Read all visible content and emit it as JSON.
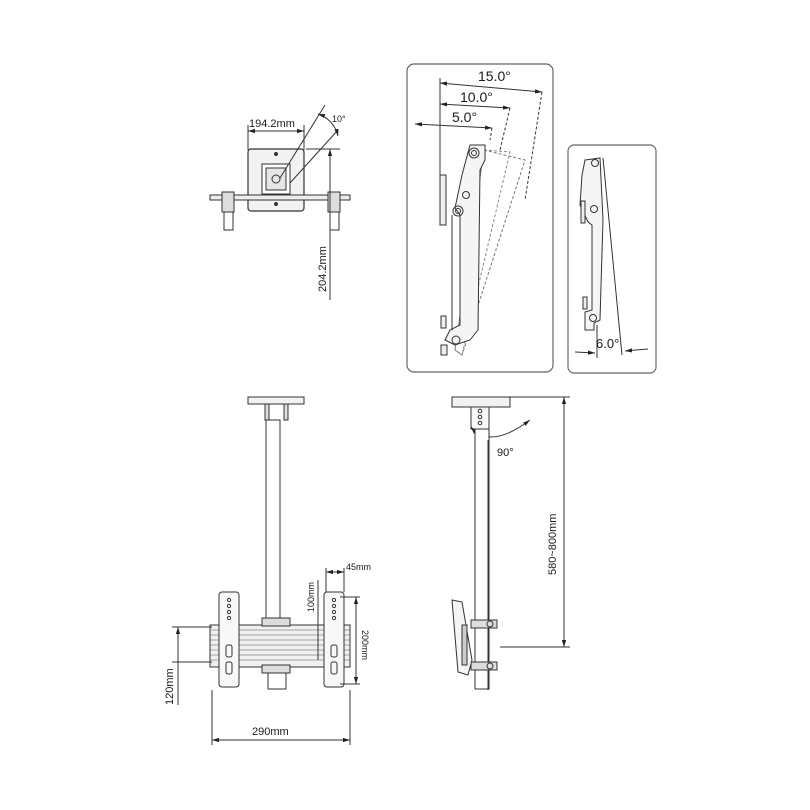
{
  "top_view": {
    "width_label": "194.2mm",
    "height_label": "204.2mm",
    "rotation_label": "10°"
  },
  "tilt_panel": {
    "angles": [
      "15.0°",
      "10.0°",
      "5.0°"
    ]
  },
  "side_tilt_panel": {
    "angle": "6.0°"
  },
  "front_view": {
    "arm_width": "45mm",
    "vertical_offset": "100mm",
    "bracket_height": "200mm",
    "bottom_height": "120mm",
    "total_width": "290mm"
  },
  "side_view": {
    "swivel_angle": "90°",
    "height_range": "580~800mm"
  },
  "colors": {
    "line": "#333333",
    "fill": "#f2f2f2",
    "panel_border": "#666666"
  }
}
